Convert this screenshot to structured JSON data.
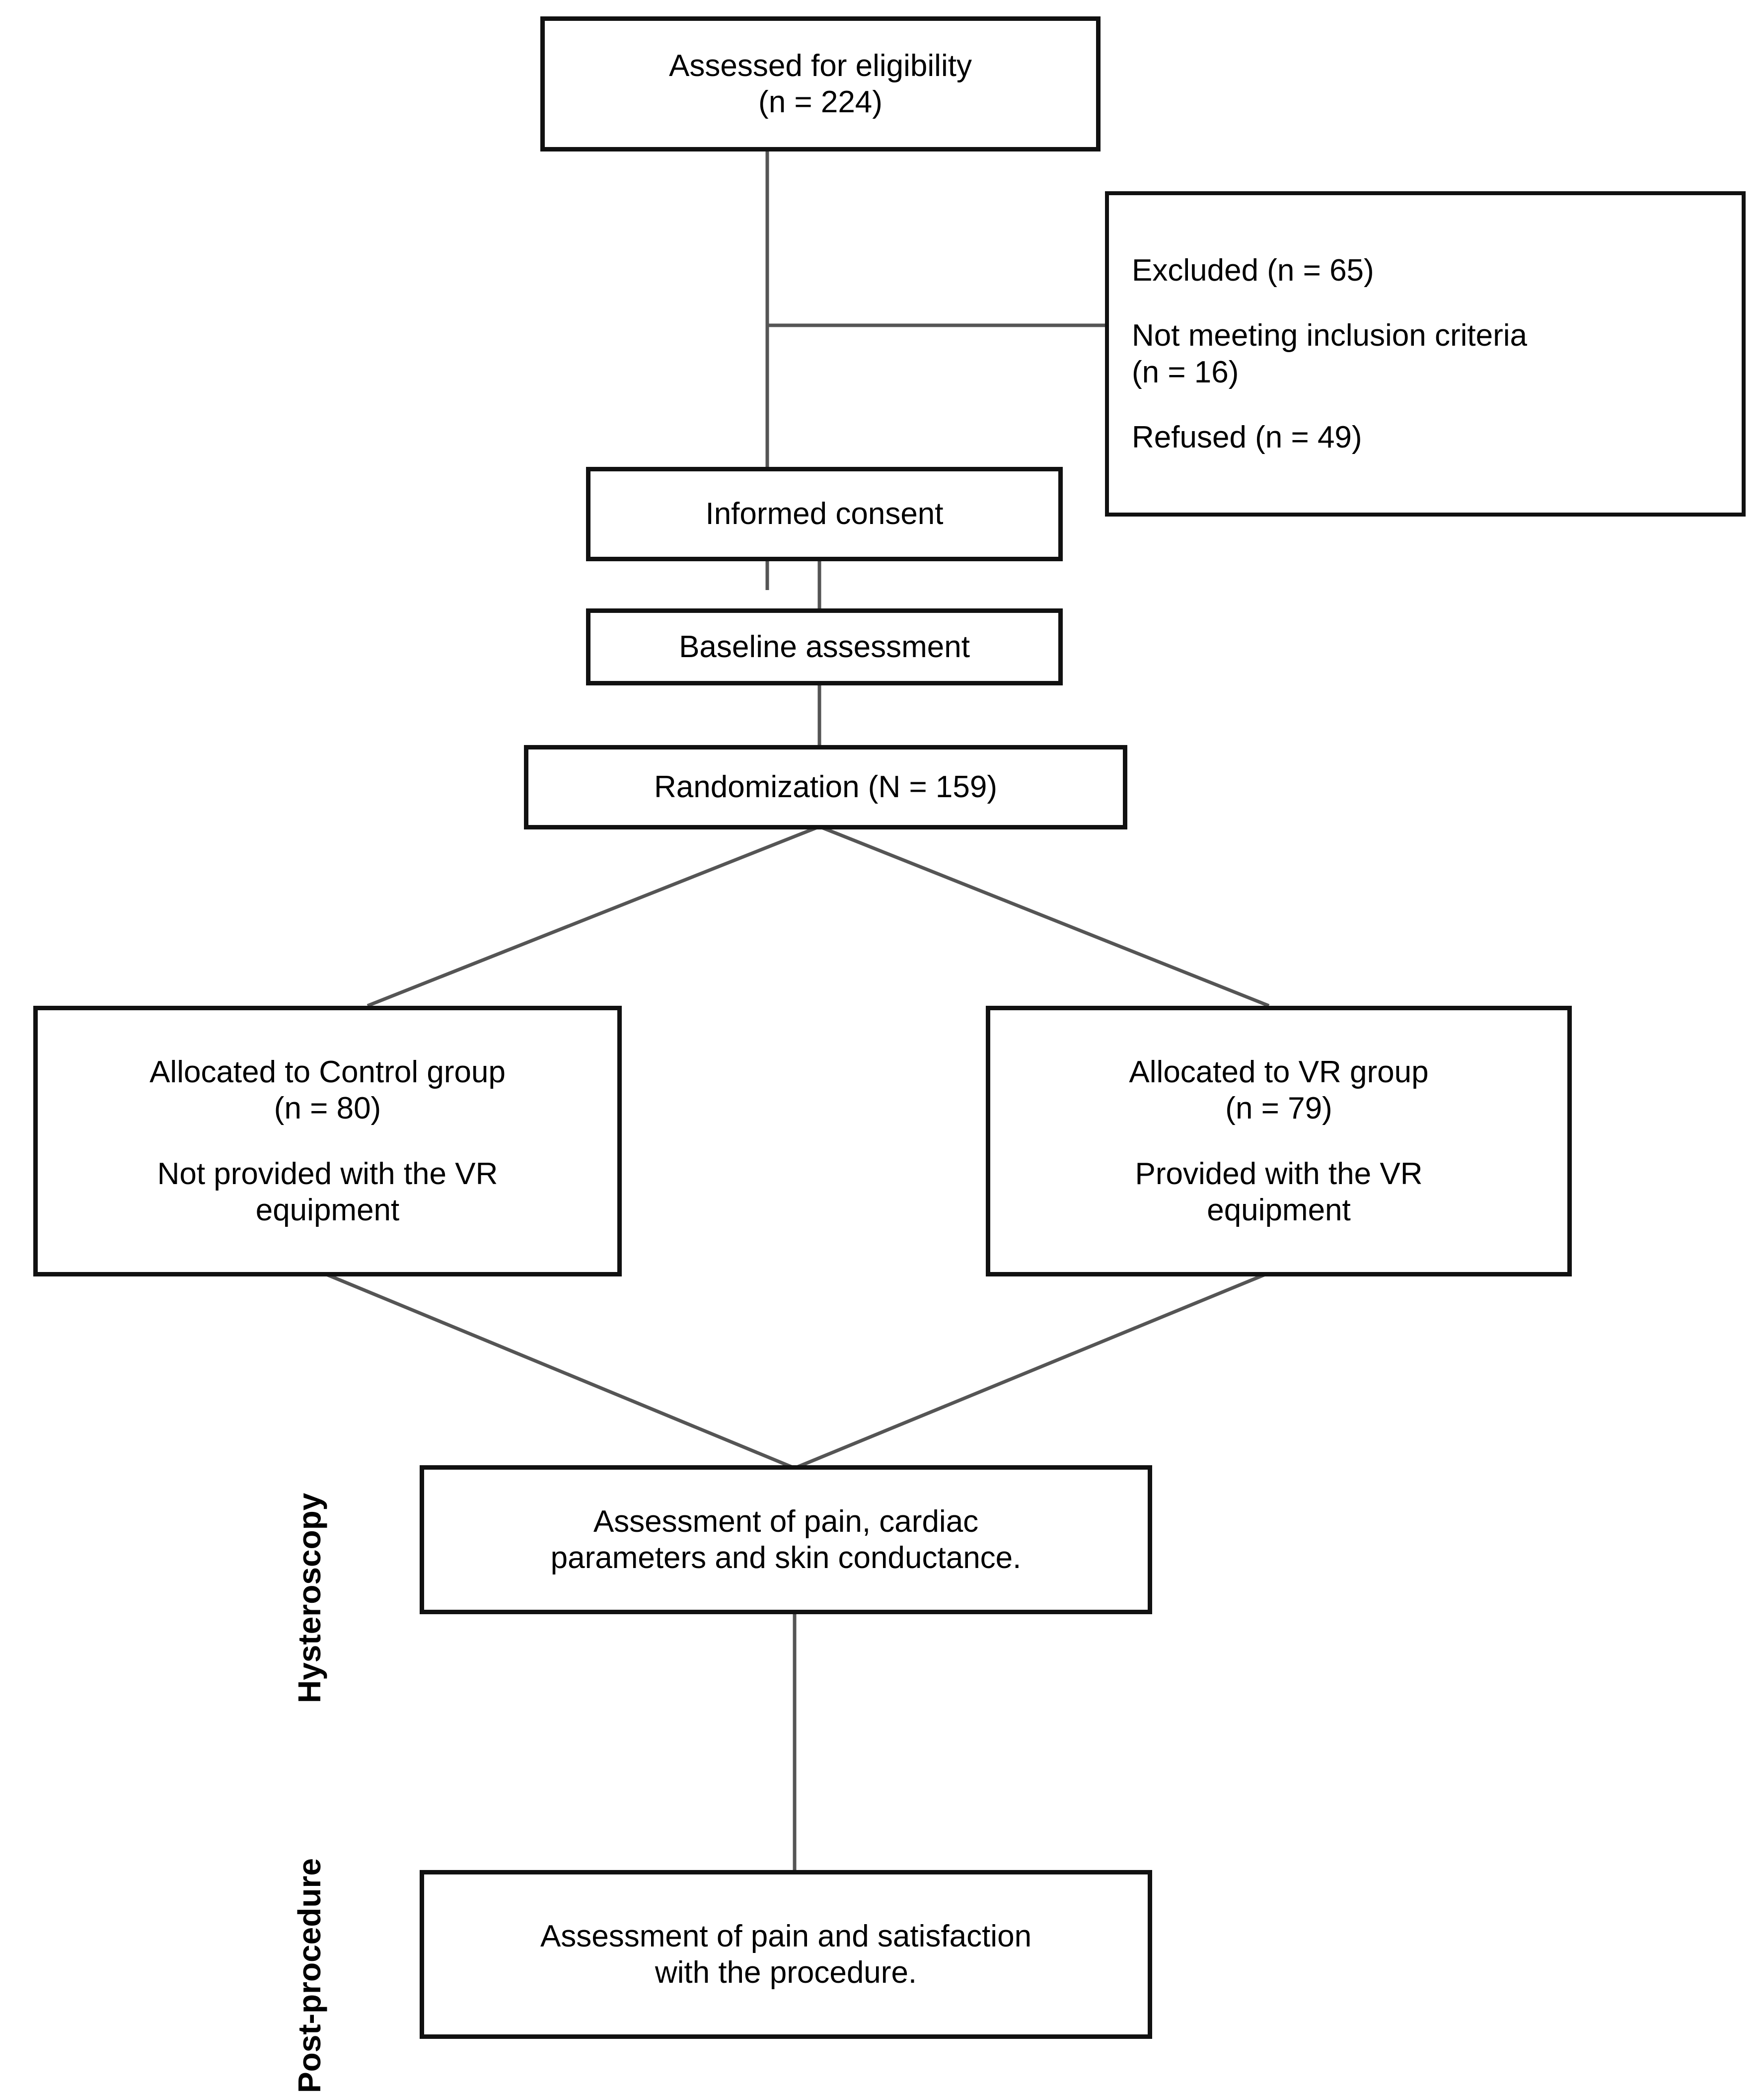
{
  "diagram": {
    "type": "consort-flow-diagram",
    "title_visible": false,
    "nodes": {
      "assessed": {
        "lines": [
          "Assessed for eligibility",
          "(n = 224)"
        ],
        "n": 224
      },
      "excluded": {
        "heading": "Excluded (n = 65)",
        "reason1": "Not meeting inclusion criteria",
        "reason1_n": "(n = 16)",
        "reason2": "Refused (n = 49)",
        "total_n": 65
      },
      "informed_consent": {
        "lines": [
          "Informed consent"
        ]
      },
      "baseline": {
        "lines": [
          "Baseline assessment"
        ]
      },
      "randomization": {
        "lines": [
          "Randomization (N = 159)"
        ],
        "n": 159
      },
      "control_group": {
        "line1": "Allocated to Control group",
        "line2": "(n = 80)",
        "line3": "Not provided with the VR",
        "line4": "equipment",
        "n": 80
      },
      "vr_group": {
        "line1": "Allocated to VR group",
        "line2": "(n = 79)",
        "line3": "Provided with the VR",
        "line4": "equipment",
        "n": 79
      },
      "assessment_intra": {
        "line1": "Assessment of pain, cardiac",
        "line2": "parameters and skin conductance."
      },
      "assessment_post": {
        "line1": "Assessment of pain and satisfaction",
        "line2": "with the procedure."
      }
    },
    "phase_labels": {
      "hysteroscopy": "Hysteroscopy",
      "post_procedure": "Post-procedure"
    },
    "colors": {
      "border": "#111111",
      "background": "#ffffff",
      "text": "#000000",
      "connector": "#444444"
    }
  }
}
